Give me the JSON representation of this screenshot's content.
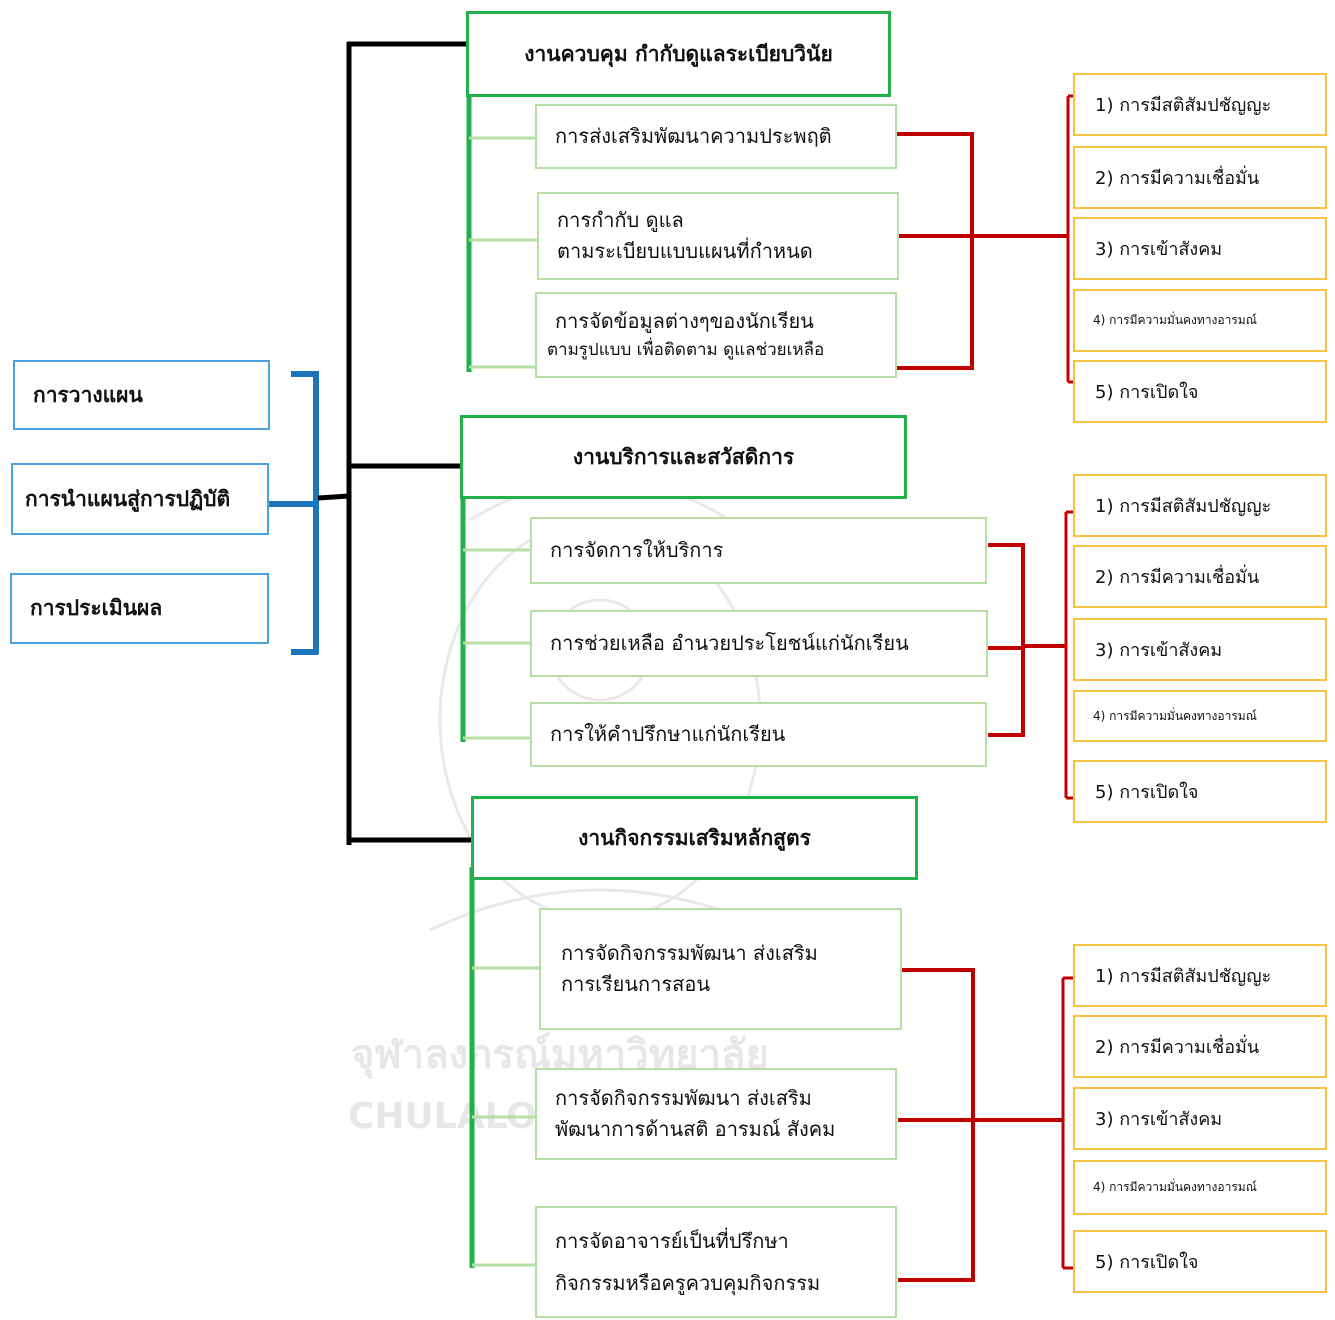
{
  "planning": {
    "items": [
      {
        "label": "การวางแผน"
      },
      {
        "label": "การนำแผนสู่การปฏิบัติ"
      },
      {
        "label": "การประเมินผล"
      }
    ]
  },
  "watermark": {
    "thai": "จุฬาลงกรณ์มหาวิทยาลัย",
    "latin": "CHULALONGKORN"
  },
  "sections": [
    {
      "title": "งานควบคุม กำกับดูแลระเบียบวินัย",
      "subs": [
        {
          "lines": [
            "การส่งเสริมพัฒนาความประพฤติ"
          ]
        },
        {
          "lines": [
            "การกำกับ ดูแล",
            "ตามระเบียบแบบแผนที่กำหนด"
          ]
        },
        {
          "lines": [
            "การจัดข้อมูลต่างๆของนักเรียน",
            "ตามรูปแบบ เพื่อติดตาม ดูแลช่วยเหลือ"
          ]
        }
      ],
      "outcomes": [
        "1) การมีสติสัมปชัญญะ",
        "2) การมีความเชื่อมั่น",
        "3) การเข้าสังคม",
        "4) การมีความมั่นคงทางอารมณ์",
        "5) การเปิดใจ"
      ]
    },
    {
      "title": "งานบริการและสวัสดิการ",
      "subs": [
        {
          "lines": [
            "การจัดการให้บริการ"
          ]
        },
        {
          "lines": [
            "การช่วยเหลือ อำนวยประโยชน์แก่นักเรียน"
          ]
        },
        {
          "lines": [
            "การให้คำปรึกษาแก่นักเรียน"
          ]
        }
      ],
      "outcomes": [
        "1) การมีสติสัมปชัญญะ",
        "2) การมีความเชื่อมั่น",
        "3) การเข้าสังคม",
        "4) การมีความมั่นคงทางอารมณ์",
        "5) การเปิดใจ"
      ]
    },
    {
      "title": "งานกิจกรรมเสริมหลักสูตร",
      "subs": [
        {
          "lines": [
            "การจัดกิจกรรมพัฒนา ส่งเสริม",
            "การเรียนการสอน"
          ]
        },
        {
          "lines": [
            "การจัดกิจกรรมพัฒนา ส่งเสริม",
            "พัฒนาการด้านสติ อารมณ์ สังคม"
          ]
        },
        {
          "lines": [
            "การจัดอาจารย์เป็นที่ปรึกษา",
            "กิจกรรมหรือครูควบคุมกิจกรรม"
          ]
        }
      ],
      "outcomes": [
        "1) การมีสติสัมปชัญญะ",
        "2) การมีความเชื่อมั่น",
        "3) การเข้าสังคม",
        "4) การมีความมั่นคงทางอารมณ์",
        "5) การเปิดใจ"
      ]
    }
  ]
}
